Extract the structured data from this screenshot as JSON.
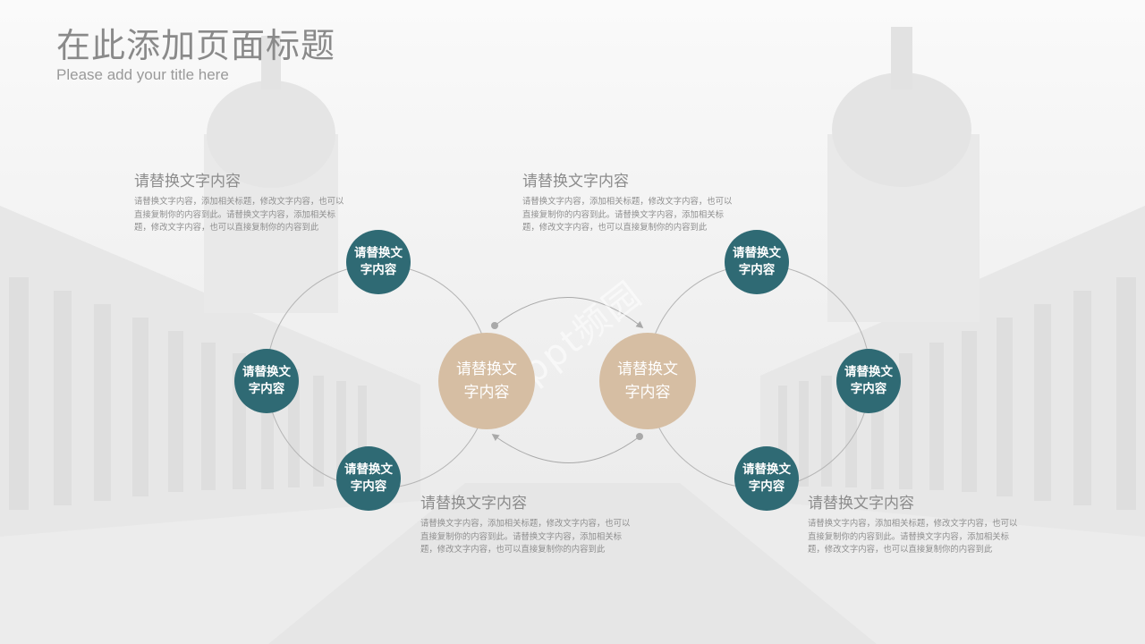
{
  "header": {
    "title": "在此添加页面标题",
    "subtitle": "Please add your title here"
  },
  "watermark": "ppt频园",
  "colors": {
    "teal": "#2f6a74",
    "beige": "#d6bea3",
    "line": "#a9a9a9",
    "text": "#8c8c8c"
  },
  "nodes": {
    "center_left": "请替换文字内容",
    "center_right": "请替换文字内容",
    "left_top": "请替换文字内容",
    "left_mid": "请替换文字内容",
    "left_bottom": "请替换文字内容",
    "right_top": "请替换文字内容",
    "right_mid": "请替换文字内容",
    "right_bottom": "请替换文字内容"
  },
  "blocks": [
    {
      "heading": "请替换文字内容",
      "body": "请替换文字内容，添加相关标题，修改文字内容，也可以直接复制你的内容到此。请替换文字内容，添加相关标题，修改文字内容，也可以直接复制你的内容到此"
    },
    {
      "heading": "请替换文字内容",
      "body": "请替换文字内容，添加相关标题，修改文字内容，也可以直接复制你的内容到此。请替换文字内容，添加相关标题，修改文字内容，也可以直接复制你的内容到此"
    },
    {
      "heading": "请替换文字内容",
      "body": "请替换文字内容，添加相关标题，修改文字内容，也可以直接复制你的内容到此。请替换文字内容，添加相关标题，修改文字内容，也可以直接复制你的内容到此"
    },
    {
      "heading": "请替换文字内容",
      "body": "请替换文字内容，添加相关标题，修改文字内容，也可以直接复制你的内容到此。请替换文字内容，添加相关标题，修改文字内容，也可以直接复制你的内容到此"
    }
  ]
}
